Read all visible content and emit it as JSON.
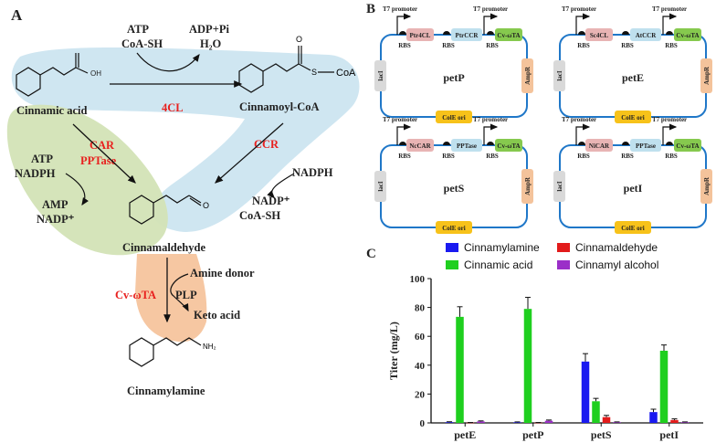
{
  "panel_a": {
    "letter": "A",
    "enzymes": {
      "c4l": "4CL",
      "car": "CAR",
      "pptase": "PPTase",
      "ccr": "CCR",
      "cvota": "Cv-ωTA"
    },
    "compounds": {
      "cinnamic_acid": "Cinnamic acid",
      "cinnamoyl_coa": "Cinnamoyl-CoA",
      "cinnamaldehyde": "Cinnamaldehyde",
      "cinnamylamine": "Cinnamylamine",
      "oh": "OH",
      "coa": "CoA",
      "s": "S",
      "o": "O",
      "nh2": "NH₂"
    },
    "cofactors": {
      "atp": "ATP",
      "coash": "CoA-SH",
      "adp_pi": "ADP+Pi",
      "h2o": "H₂O",
      "atp2": "ATP",
      "nadph": "NADPH",
      "amp": "AMP",
      "nadp": "NADP⁺",
      "nadph2": "NADPH",
      "nadp2": "NADP⁺",
      "coash2": "CoA-SH",
      "amine_donor": "Amine donor",
      "plp": "PLP",
      "keto_acid": "Keto acid"
    },
    "colors": {
      "blue": "#cfe6f1",
      "green": "#d3e3b6",
      "orange": "#f6c7a2",
      "enzyme_red": "#e8211f"
    }
  },
  "panel_b": {
    "letter": "B",
    "common": {
      "t7": "T7 promoter",
      "rbs": "RBS",
      "laci": "lacI",
      "ampr": "AmpR",
      "cole": "ColE ori"
    },
    "plasmids": [
      {
        "name": "petP",
        "gene1": "Ptr4CL",
        "gene2": "PtrCCR",
        "gene3": "Cv-ωTA"
      },
      {
        "name": "petE",
        "gene1": "Sc4CL",
        "gene2": "AtCCR",
        "gene3": "Cv-ωTA"
      },
      {
        "name": "petS",
        "gene1": "NcCAR",
        "gene2": "PPTase",
        "gene3": "Cv-ωTA"
      },
      {
        "name": "petI",
        "gene1": "NiCAR",
        "gene2": "PPTase",
        "gene3": "Cv-ωTA"
      }
    ],
    "colors": {
      "backbone": "#1f77c8",
      "gene1": "#e8b4b4",
      "gene2": "#bfe0ee",
      "gene3": "#86c94e",
      "laci": "#d9d9d9",
      "ampr": "#f4c39b",
      "cole": "#f7c21a"
    }
  },
  "chart_data": {
    "letter": "C",
    "type": "bar",
    "categories": [
      "petE",
      "petP",
      "petS",
      "petI"
    ],
    "ylabel": "Titer (mg/L)",
    "ylim": [
      0,
      100
    ],
    "yticks": [
      0,
      20,
      40,
      60,
      80,
      100
    ],
    "legend_placement": "top",
    "series": [
      {
        "name": "Cinnamylamine",
        "color": "#1a1af0",
        "values": [
          0.5,
          0.4,
          42.5,
          7.5
        ],
        "errors": [
          0.3,
          0.3,
          5.5,
          2
        ]
      },
      {
        "name": "Cinnamic acid",
        "color": "#1fcf1f",
        "values": [
          73.5,
          79,
          15,
          50
        ],
        "errors": [
          7,
          8,
          2,
          4
        ]
      },
      {
        "name": "Cinnamaldehyde",
        "color": "#e21b1b",
        "values": [
          0.2,
          0.2,
          4,
          2
        ],
        "errors": [
          0.1,
          0.1,
          1.2,
          0.8
        ]
      },
      {
        "name": "Cinnamyl alcohol",
        "color": "#9b2fc8",
        "values": [
          1,
          1.5,
          0.5,
          0.5
        ],
        "errors": [
          0.4,
          0.5,
          0.2,
          0.2
        ]
      }
    ]
  }
}
